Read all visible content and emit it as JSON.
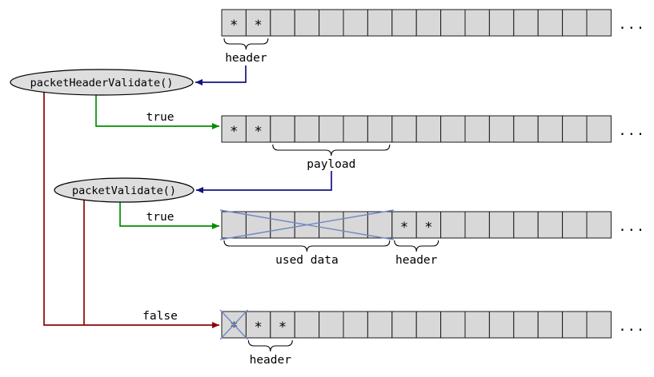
{
  "diagram": {
    "colors": {
      "cell_fill": "#d8d8d8",
      "cell_stroke": "#1a1a1a",
      "node_fill": "#dedede",
      "node_stroke": "#000000",
      "arrow_navy": "#14147e",
      "arrow_green": "#008f00",
      "arrow_red": "#8e0404",
      "cross": "#7289c4"
    },
    "star_glyph": "*",
    "ellipsis_glyph": "...",
    "nodes": [
      {
        "label": "packetHeaderValidate()"
      },
      {
        "label": "packetValidate()"
      }
    ],
    "edge_labels": {
      "true_upper": "true",
      "true_lower": "true",
      "false": "false"
    },
    "rows": [
      {
        "cells": 16,
        "stars": [
          0,
          1
        ],
        "crosses": [],
        "braces": [
          {
            "start": 0,
            "end": 1,
            "label": "header"
          }
        ]
      },
      {
        "cells": 16,
        "stars": [
          0,
          1
        ],
        "crosses": [],
        "braces": [
          {
            "start": 2,
            "end": 6,
            "label": "payload"
          }
        ]
      },
      {
        "cells": 16,
        "stars": [
          7,
          8
        ],
        "crosses": [
          {
            "start": 0,
            "end": 6
          }
        ],
        "braces": [
          {
            "start": 0,
            "end": 6,
            "label": "used data"
          },
          {
            "start": 7,
            "end": 8,
            "label": "header"
          }
        ]
      },
      {
        "cells": 16,
        "stars": [
          0,
          1,
          2
        ],
        "crosses": [
          {
            "start": 0,
            "end": 0
          }
        ],
        "braces": [
          {
            "start": 1,
            "end": 2,
            "label": "header"
          }
        ]
      }
    ]
  }
}
